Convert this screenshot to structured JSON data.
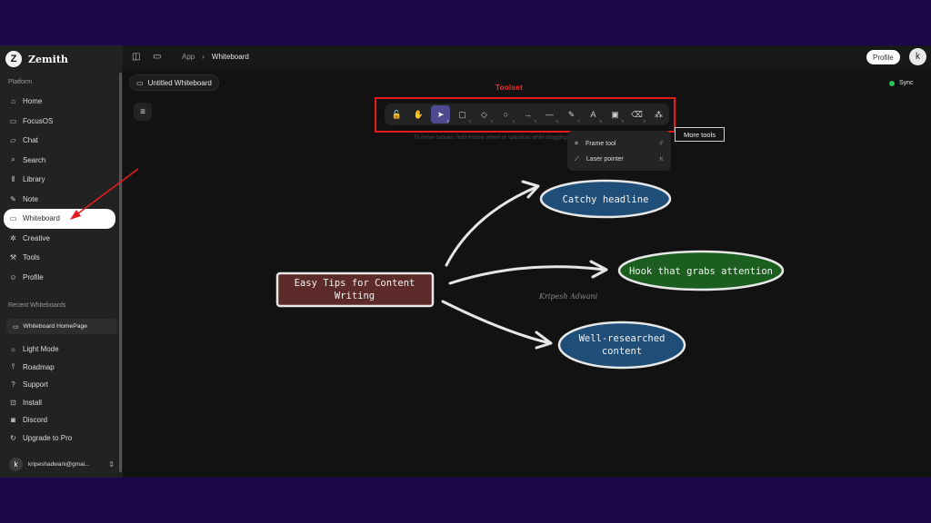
{
  "app": {
    "name": "Zemith"
  },
  "sidebar": {
    "platform_label": "Platform",
    "items": [
      {
        "label": "Home",
        "icon": "home-icon"
      },
      {
        "label": "FocusOS",
        "icon": "monitor-icon"
      },
      {
        "label": "Chat",
        "icon": "chat-icon"
      },
      {
        "label": "Search",
        "icon": "search-icon"
      },
      {
        "label": "Library",
        "icon": "library-icon"
      },
      {
        "label": "Note",
        "icon": "note-icon"
      },
      {
        "label": "Whiteboard",
        "icon": "whiteboard-icon",
        "active": true
      },
      {
        "label": "Creative",
        "icon": "sparkle-icon"
      },
      {
        "label": "Tools",
        "icon": "wrench-icon"
      },
      {
        "label": "Profile",
        "icon": "user-icon"
      }
    ],
    "recent_label": "Recent Whiteboards",
    "recent_items": [
      {
        "label": "Whiteboard HomePage"
      }
    ],
    "footer_items": [
      {
        "label": "Light Mode",
        "icon": "sun-icon"
      },
      {
        "label": "Roadmap",
        "icon": "roadmap-icon"
      },
      {
        "label": "Support",
        "icon": "help-icon"
      },
      {
        "label": "Install",
        "icon": "install-icon"
      },
      {
        "label": "Discord",
        "icon": "discord-icon"
      },
      {
        "label": "Upgrade to Pro",
        "icon": "upgrade-icon"
      }
    ],
    "user": {
      "initial": "k",
      "email": "kripeshadwani@gmai..."
    }
  },
  "header": {
    "breadcrumb": [
      "App",
      "Whiteboard"
    ],
    "profile_label": "Profile",
    "avatar_initial": "k"
  },
  "canvas": {
    "whiteboard_title": "Untitled Whiteboard",
    "sync_label": "Sync",
    "toolset_annotation": "Toolset",
    "hint": "To move canvas, hold mouse wheel or spacebar while dragging, or use the hand tool",
    "tools": [
      {
        "name": "lock-tool",
        "glyph": "🔓",
        "key": ""
      },
      {
        "name": "hand-tool",
        "glyph": "✋",
        "key": ""
      },
      {
        "name": "selection-tool",
        "glyph": "➤",
        "key": "1",
        "active": true
      },
      {
        "name": "rectangle-tool",
        "glyph": "▢",
        "key": "2"
      },
      {
        "name": "diamond-tool",
        "glyph": "◇",
        "key": "3"
      },
      {
        "name": "ellipse-tool",
        "glyph": "○",
        "key": "4"
      },
      {
        "name": "arrow-tool",
        "glyph": "→",
        "key": "5"
      },
      {
        "name": "line-tool",
        "glyph": "—",
        "key": "6"
      },
      {
        "name": "draw-tool",
        "glyph": "✎",
        "key": "7"
      },
      {
        "name": "text-tool",
        "glyph": "A",
        "key": "8"
      },
      {
        "name": "image-tool",
        "glyph": "▣",
        "key": "9"
      },
      {
        "name": "eraser-tool",
        "glyph": "⌫",
        "key": "0"
      },
      {
        "name": "more-tools",
        "glyph": "⁂",
        "key": ""
      }
    ],
    "more_tools_tooltip": "More tools",
    "more_menu": [
      {
        "label": "Frame tool",
        "key": "F"
      },
      {
        "label": "Laser pointer",
        "key": "K"
      }
    ],
    "diagram": {
      "main": [
        "Easy Tips for Content",
        "Writing"
      ],
      "nodes": [
        {
          "lines": [
            "Catchy headline"
          ],
          "color": "#1f4e79"
        },
        {
          "lines": [
            "Hook that grabs attention"
          ],
          "color": "#1b5e20"
        },
        {
          "lines": [
            "Well-researched",
            "content"
          ],
          "color": "#1f4e79"
        }
      ],
      "main_color": "#5d2a2a",
      "signature": "Kripesh Adwani"
    }
  },
  "colors": {
    "accent": "#4f4a8f",
    "annotation_red": "#e51c1c",
    "frame_bg": "#1c0748"
  }
}
